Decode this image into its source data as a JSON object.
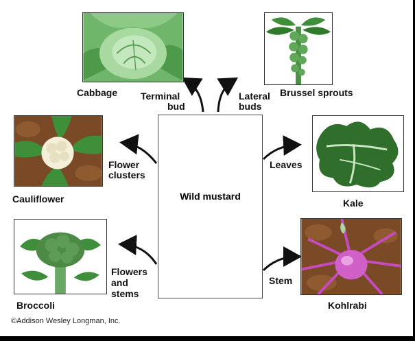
{
  "center": {
    "label": "Wild mustard"
  },
  "plants": {
    "cabbage": {
      "name": "Cabbage",
      "part": "Terminal bud"
    },
    "brussel": {
      "name": "Brussel sprouts",
      "part": "Lateral buds"
    },
    "cauliflower": {
      "name": "Cauliflower",
      "part": "Flower clusters"
    },
    "kale": {
      "name": "Kale",
      "part": "Leaves"
    },
    "broccoli": {
      "name": "Broccoli",
      "part": "Flowers and stems"
    },
    "kohlrabi": {
      "name": "Kohlrabi",
      "part": "Stem"
    }
  },
  "labels": {
    "terminal_1": "Terminal",
    "terminal_2": "bud",
    "lateral_1": "Lateral",
    "lateral_2": "buds",
    "flower_1": "Flower",
    "flower_2": "clusters",
    "flowers_1": "Flowers",
    "flowers_2": "and",
    "flowers_3": "stems"
  },
  "copyright": "©Addison Wesley Longman, Inc.",
  "colors": {
    "leaf_green": "#3f8f3a",
    "soil_brown": "#7a4a26",
    "kohlrabi_purple": "#c64bbf"
  }
}
